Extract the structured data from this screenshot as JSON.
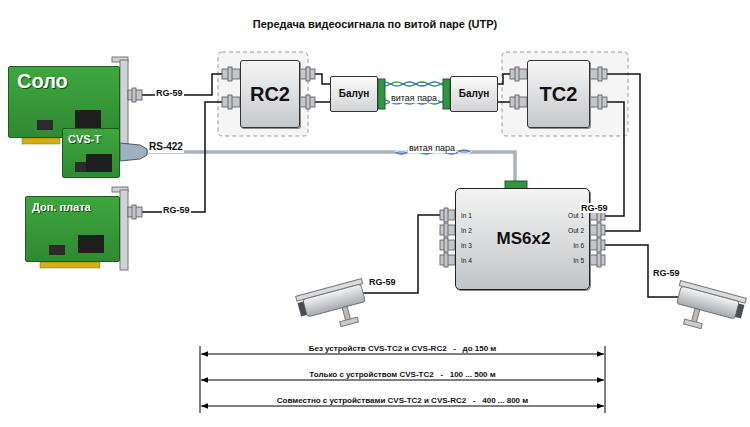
{
  "diagram": {
    "title": "Передача видеосигнала по витой паре (UTP)",
    "nodes": [
      {
        "text": [
          "Соло"
        ]
      },
      {
        "text": [
          "CVS-T"
        ]
      },
      {
        "text": [
          "Доп. плата"
        ]
      },
      {
        "text": [
          "RC2"
        ]
      },
      {
        "text": [
          "Балун"
        ]
      },
      {
        "text": [
          "Балун"
        ]
      },
      {
        "text": [
          "TC2"
        ]
      },
      {
        "text": [
          "MS6x2",
          "In 1",
          "In 2",
          "In 3",
          "In 4",
          "Out 1",
          "Out 2",
          "In 6",
          "In 5"
        ]
      }
    ],
    "edges": [
      {
        "from": 0,
        "to": 3,
        "arrow": "none",
        "label": "RG-59"
      },
      {
        "from": 1,
        "to": 7,
        "arrow": "none",
        "label": "RS-422"
      },
      {
        "from": 2,
        "to": 3,
        "arrow": "none",
        "label": "RG-59"
      },
      {
        "from": 3,
        "to": 4,
        "arrow": "none"
      },
      {
        "from": 4,
        "to": 5,
        "arrow": "none",
        "label": "витая пара"
      },
      {
        "from": 5,
        "to": 6,
        "arrow": "none"
      },
      {
        "from": 6,
        "to": 7,
        "arrow": "none",
        "label": "RG-59"
      }
    ],
    "labels": [
      "витая пара",
      "RG-59",
      "RG-59",
      "Без устройств CVS-TC2 и CVS-RC2   -   до 150 м",
      "Только с устройством CVS-TC2   -   100 ... 500 м",
      "Совместно с устройствами CVS-TC2 и CVS-RC2   -   400 ... 800 м"
    ]
  }
}
